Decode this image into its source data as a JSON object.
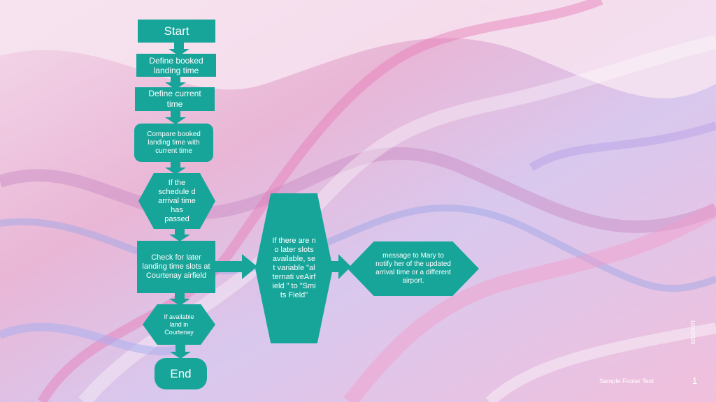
{
  "diagram": {
    "start": "Start",
    "define_booked": "Define booked landing time",
    "define_current": "Define current time",
    "compare": "Compare booked landing time with current time",
    "if_passed": "If the schedule d arrival time has passed",
    "check_later": "Check for later landing time slots at Courtenay airfield",
    "if_available": "If available land in Courtenay",
    "end": "End",
    "if_no_slots": "If there are no later slots available, set variable \"alternati veAirfield \" to \"Smits Field\"",
    "message": "message to Mary to notify her of the updated arrival time or a different airport."
  },
  "footer": {
    "text": "Sample Footer Text",
    "page_number": "1",
    "date": "1/24/2025"
  },
  "colors": {
    "shape_fill": "#17a59a",
    "text": "#ffffff"
  }
}
